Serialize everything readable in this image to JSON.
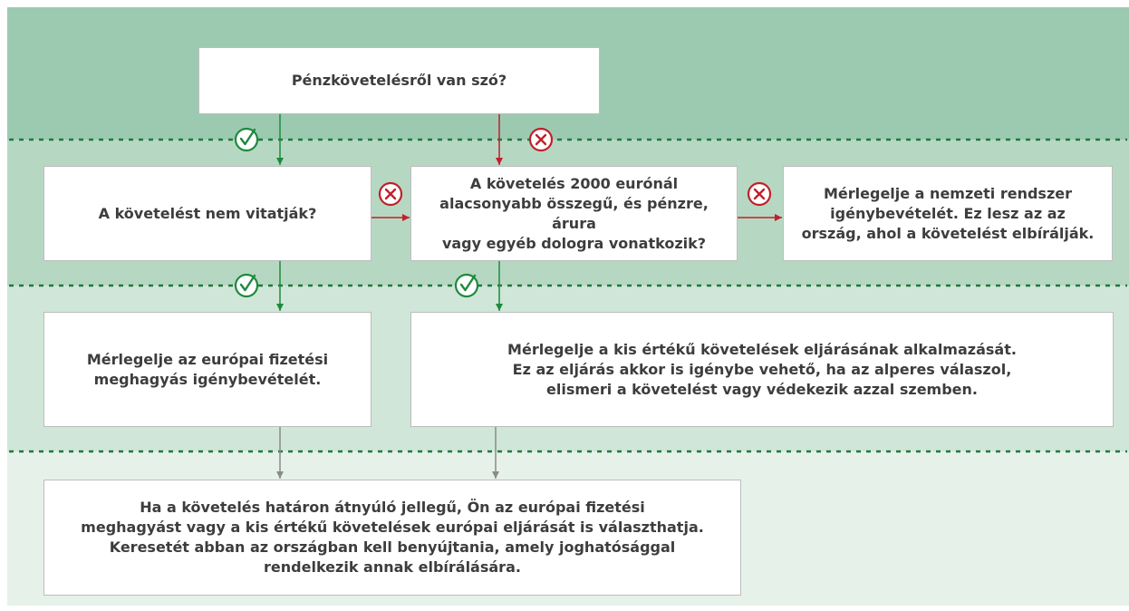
{
  "colors": {
    "band1": "#9ccab0",
    "band2": "#b6d8c3",
    "band3": "#d0e6d8",
    "band4": "#e6f1ea",
    "dashed": "#1e7a3c",
    "yes": "#1e8a3c",
    "no": "#c0202a",
    "neutral": "#8a8a8a"
  },
  "nodes": {
    "start": "Pénzkövetelésről van szó?",
    "undisputed": "A követelést nem vitatják?",
    "amount": "A követelés 2000 eurónál\nalacsonyabb összegű, és pénzre, árura\nvagy egyéb dologra vonatkozik?",
    "national": "Mérlegelje a nemzeti rendszer\nigénybevételét. Ez lesz az az\nország, ahol a követelést elbírálják.",
    "epo": "Mérlegelje az európai fizetési\nmeghagyás igénybevételét.",
    "small_claims": "Mérlegelje a kis értékű követelések eljárásának alkalmazását.\nEz az eljárás akkor is igénybe vehető, ha az alperes válaszol,\nelismeri a követelést vagy védekezik azzal szemben.",
    "cross_border": "Ha a követelés határon átnyúló jellegű, Ön az európai fizetési\nmeghagyást vagy a kis értékű követelések európai eljárását is választhatja.\nKeresetét abban az országban kell benyújtania, amely joghatósággal\nrendelkezik annak elbírálására."
  },
  "icons": {
    "yes": "check-circle-icon",
    "no": "cross-circle-icon"
  }
}
